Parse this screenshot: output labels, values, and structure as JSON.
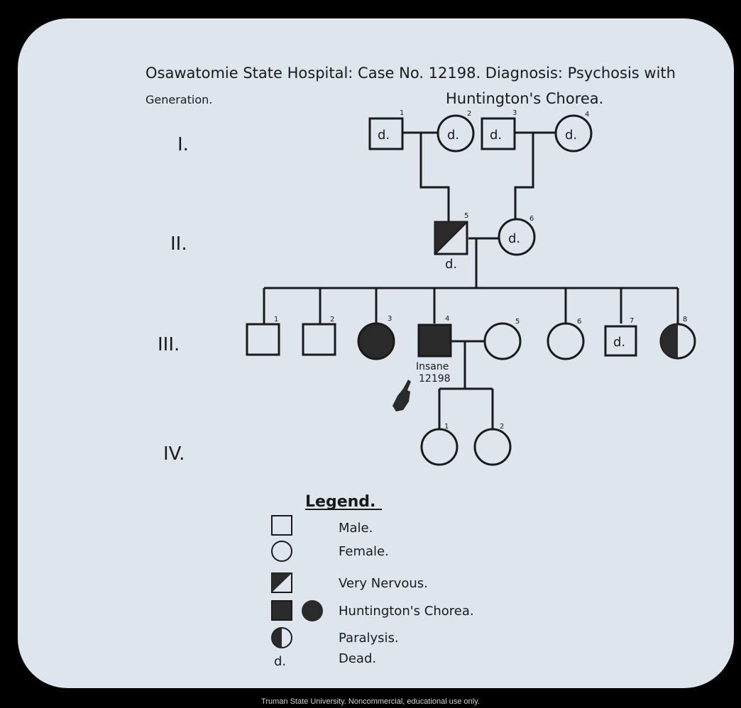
{
  "title_line1": "Osawatomie State Hospital: Case No. 12198. Diagnosis: Psychosis with",
  "title_line2": "Huntington's Chorea.",
  "generation_header": "Generation.",
  "generations": [
    "I.",
    "II.",
    "III.",
    "IV."
  ],
  "dead_mark": "d.",
  "individuals": {
    "g1": [
      "1",
      "2",
      "3",
      "4"
    ],
    "g2": [
      "5",
      "6"
    ],
    "g3": [
      "1",
      "2",
      "3",
      "4",
      "5",
      "6",
      "7",
      "8"
    ],
    "g4": [
      "1",
      "2"
    ]
  },
  "proband_note_line1": "Insane",
  "proband_note_line2": "12198",
  "legend": {
    "title": "Legend.",
    "items": [
      "Male.",
      "Female.",
      "Very Nervous.",
      "Huntington's Chorea.",
      "Paralysis.",
      "Dead."
    ]
  },
  "footer": "Truman State University.  Noncommercial, educational use only.",
  "colors": {
    "card": "#dde6ec",
    "ink": "#1a1a1a",
    "frame": "#000000",
    "footer_text": "#d0d0d0"
  }
}
